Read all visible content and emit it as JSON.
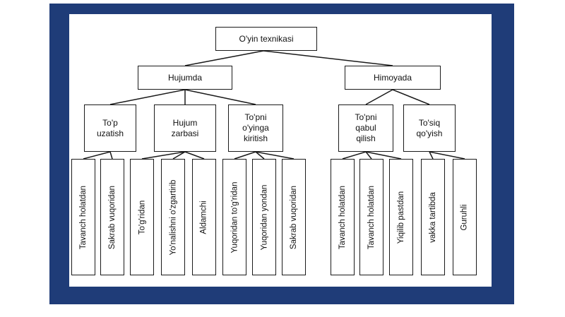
{
  "diagram": {
    "root": "O'yin texnikasi",
    "branches": [
      {
        "label": "Hujumda",
        "groups": [
          {
            "label": "To'p\nuzatish",
            "leaves": [
              "Tavanch holatdan",
              "Sakrab vuqoridan"
            ]
          },
          {
            "label": "Hujum\nzarbasi",
            "leaves": [
              "To'g'ridan",
              "Yo'nalishni o'zgartirib",
              "Aldamchi"
            ]
          },
          {
            "label": "To'pni\no'yinga\nkiritish",
            "leaves": [
              "Yuqoridan  to'g'ridan",
              "Yuqoridan  yondan",
              "Sakrab vuqoridan"
            ]
          }
        ]
      },
      {
        "label": "Himoyada",
        "groups": [
          {
            "label": "To'pni\nqabul\nqilish",
            "leaves": [
              "Tavanch holatdan",
              "Tavanch holatdan",
              "Yiqilib pastdan"
            ]
          },
          {
            "label": "To'siq\nqo'yish",
            "leaves": [
              "vakka tartibda",
              "Guruhli"
            ]
          }
        ]
      }
    ]
  },
  "colors": {
    "frame": "#1f3c78",
    "line": "#1a1a1a"
  }
}
